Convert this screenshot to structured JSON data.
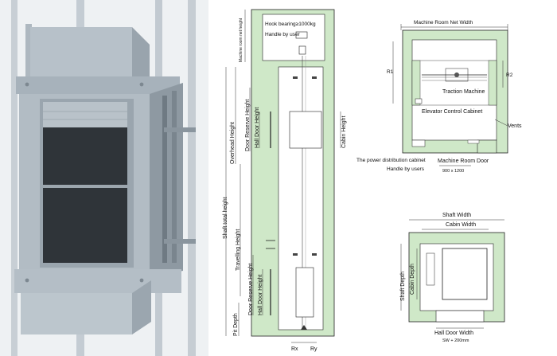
{
  "photo": {
    "subject": "dumbwaiter-cabin-render",
    "colors": {
      "frame": "#b9c3cb",
      "dark": "#2e3338",
      "steel": "#8f9aa3"
    }
  },
  "section": {
    "hook": "Hook bearing≥1000kg",
    "handle_top": "Handle by user",
    "machine_room_height": "Machine room net height",
    "overhead_height": "Overhead Height",
    "door_reserve_height": "Door Reserve Height",
    "hall_door_height": "Hall Door Height",
    "cabin_height": "Cabin Height",
    "shaft_total_height": "Shaft total height",
    "travelling_height": "Travelling Height",
    "door_reserve_height_lower": "Door Reserve Height",
    "hall_door_height_lower": "Hall Door Height",
    "pit_depth": "Pit Depth",
    "rx": "Rx",
    "ry": "Ry"
  },
  "machine_room": {
    "net_width": "Machine Room Net Width",
    "r1": "R1",
    "r2": "R2",
    "traction_machine": "Traction Machine",
    "control_cabinet": "Elevator Control Cabinet",
    "vents": "Vents",
    "power_cabinet": "The power distribution cabinet",
    "machine_room_door": "Machine Room Door",
    "handle": "Handle by users",
    "door_size": "900 x 1200"
  },
  "shaft_plan": {
    "shaft_width": "Shaft Width",
    "cabin_width": "Cabin Width",
    "shaft_depth": "Shaft Depth",
    "cabin_depth": "Cabin Depth",
    "hall_door_width": "Hall Door Width",
    "hall_door_dim": "SW + 200mm"
  },
  "colors": {
    "wall_fill": "#cfe8c8",
    "line": "#222222"
  }
}
